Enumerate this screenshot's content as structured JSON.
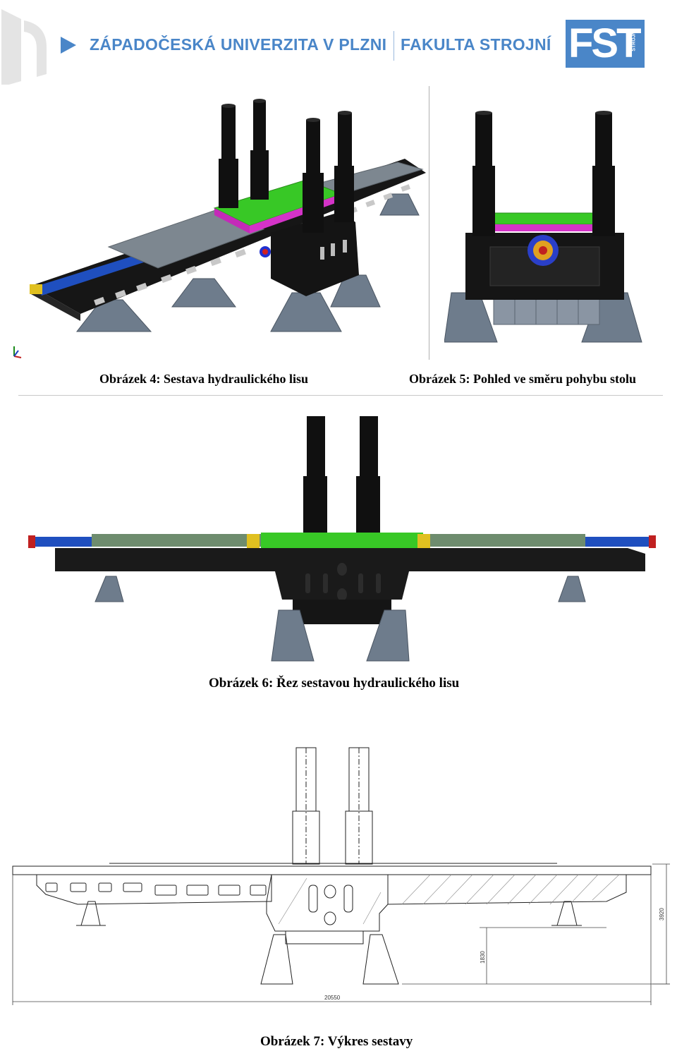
{
  "header": {
    "university": "ZÁPADOČESKÁ UNIVERZITA V PLZNI",
    "faculty": "FAKULTA STROJNÍ",
    "logo_letters": "FST",
    "logo_sub1": "FAKULTA",
    "logo_sub2": "STROJNÍ",
    "accent_color": "#4a86c8"
  },
  "figures": [
    {
      "caption": "Obrázek 4: Sestava hydraulického lisu"
    },
    {
      "caption": "Obrázek 5: Pohled ve směru pohybu stolu"
    },
    {
      "caption": "Obrázek 6: Řez sestavou hydraulického lisu"
    },
    {
      "caption": "Obrázek 7: Výkres sestavy"
    }
  ],
  "drawing": {
    "dim_width": "20550",
    "dim_height_total": "3920",
    "dim_height_lower": "1830"
  }
}
